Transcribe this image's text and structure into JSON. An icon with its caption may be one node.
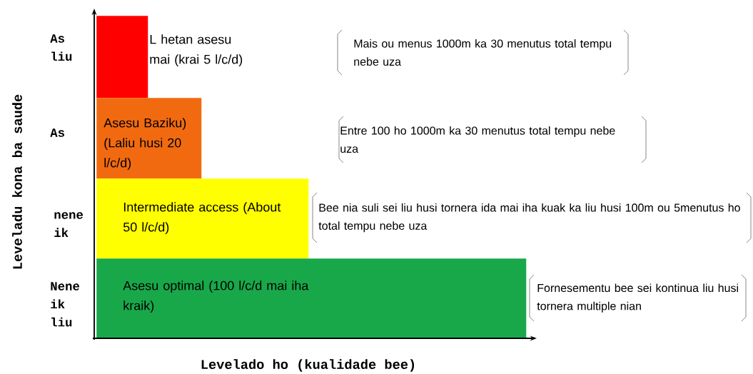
{
  "diagram": {
    "nodes": [
      {
        "text": [
          "L hetan asesu mai (krai 5 l/c/d)"
        ]
      },
      {
        "text": [
          "Asesu Baziku) (Laliu husi 20 l/c/d)"
        ]
      },
      {
        "text": [
          "Intermediate access (About 50 l/c/d)"
        ]
      },
      {
        "text": [
          "Asesu optimal (100 l/c/d   mai iha kraik)"
        ]
      },
      {
        "text": [
          "Mais ou menus 1000m ka 30 menutus total tempu nebe uza"
        ]
      },
      {
        "text": [
          "Entre 100 ho 1000m ka 30 menutus total tempu nebe uza"
        ]
      },
      {
        "text": [
          "Bee nia suli sei liu husi tornera ida mai iha kuak ka liu husi 100m ou 5menutus ho total tempu nebe uza"
        ]
      },
      {
        "text": [
          "Fornesementu bee sei kontinua liu husi tornera multiple  nian"
        ]
      }
    ],
    "labels": [
      "As liu",
      "As",
      "nene ik",
      "Nene ik liu",
      "Leveladu kona ba saude",
      "Levelado ho (kualidade bee)"
    ]
  }
}
